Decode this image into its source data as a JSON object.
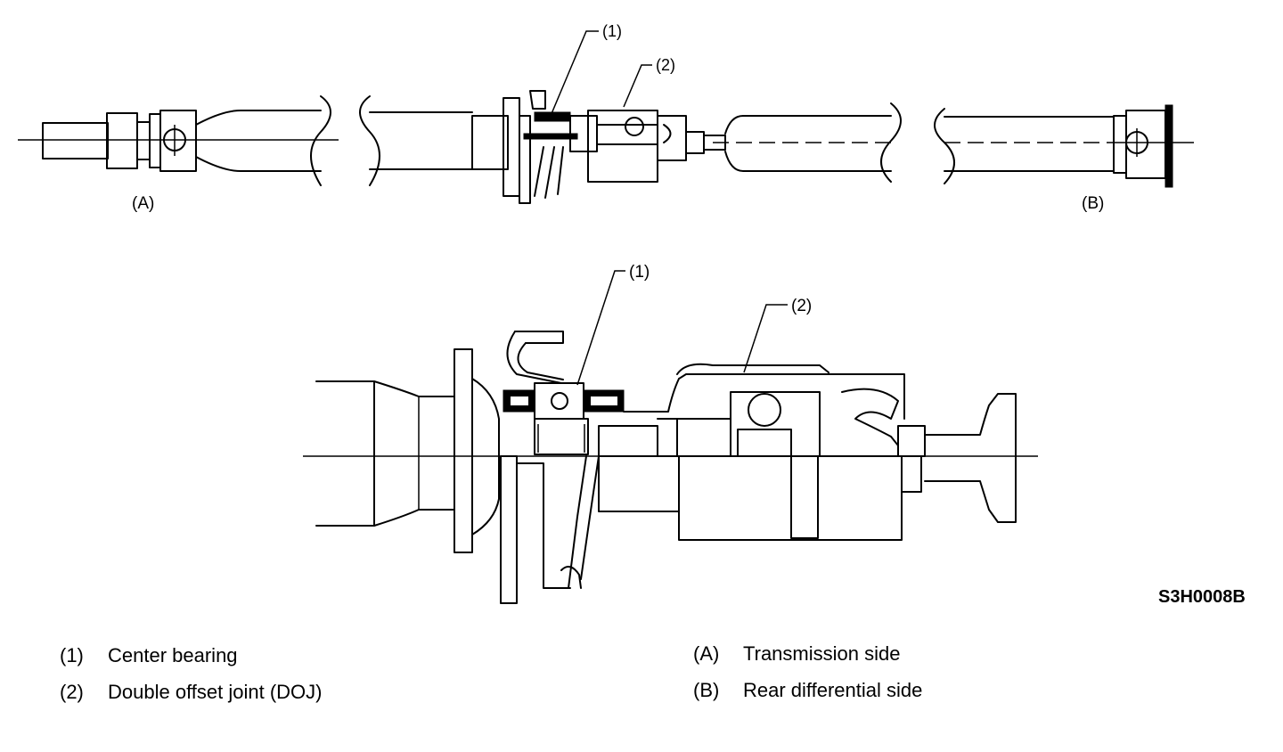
{
  "callouts": {
    "top_bearing": "(1)",
    "top_doj": "(2)",
    "bottom_bearing": "(1)",
    "bottom_doj": "(2)",
    "side_a": "(A)",
    "side_b": "(B)"
  },
  "figure_code": "S3H0008B",
  "legend": {
    "left": [
      {
        "num": "(1)",
        "text": "Center bearing"
      },
      {
        "num": "(2)",
        "text": "Double offset joint (DOJ)"
      }
    ],
    "right": [
      {
        "num": "(A)",
        "text": "Transmission side"
      },
      {
        "num": "(B)",
        "text": "Rear differential side"
      }
    ]
  }
}
